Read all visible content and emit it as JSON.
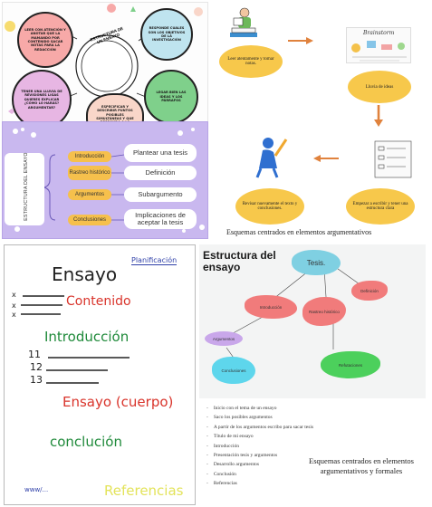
{
  "mindmap": {
    "center_title": "ESTRUCTURA DE UN ENSAYO",
    "nodes": [
      "LEER CON ATENCIÓN Y ANOTAR QUE LA MAMANDO POR CONTENIDO SACAR NOTAS PARA LA REDACCIÓN",
      "RESPONDE CUALES SON LOS OBJETIVOS DE LA INVESTIGACIÓN",
      "TENER UNA LLUVIA DE REVISIONES LIGAS QUIERES EXPLICAR ¿CÓMO LO HARÁS? ARGUMENTAR?",
      "ESPECIFICAR Y DESCRIBIR PUNTOS POSIBLES SIMULTÁNEAS Y QUE RESPONDA A LA PREGUNTA",
      "LEGAR BIEN LAS IDEAS Y LOS PÁRRAFOS"
    ]
  },
  "flow": {
    "steps": [
      "Leer atentamente y tomar notas.",
      "Lluvia de ideas",
      "Empezar a escribir y tener una estructura clara",
      "Revisar nuevamente el texto y conclusiones."
    ],
    "badge": "Brainstorm",
    "caption": "Esquemas centrados en elementos argumentativos"
  },
  "scheme": {
    "side_title": "ESTRUCTURA DEL ENSAYO",
    "left": [
      "Introducción",
      "Rastreo histórico",
      "Argumentos",
      "Conclusiones"
    ],
    "right": [
      "Plantear una tesis",
      "Definición",
      "Subargumento",
      "Implicaciones de aceptar la tesis"
    ]
  },
  "handwritten": {
    "tag": "Planificación",
    "title": "Ensayo",
    "contenido": "Contenido",
    "introduccion": "Introducción",
    "numbers": [
      "11",
      "12",
      "13"
    ],
    "cuerpo": "Ensayo (cuerpo)",
    "conclusion": "conclución",
    "referencias": "Referencias",
    "marks": [
      "x",
      "x",
      "x"
    ],
    "sign": "www/..."
  },
  "diagram": {
    "title": "Estructura del ensayo",
    "center": "Tesis.",
    "nodes": [
      "Introducción",
      "Rastreo histórico",
      "Definición",
      "Argumentos",
      "Conclusiones",
      "Refutaciones"
    ]
  },
  "list": {
    "items": [
      "Inicio con el tema de un ensayo",
      "Saco los posibles argumentos",
      "A partir de los argumentos escribo para sacar tesis",
      "Título de mi ensayo",
      "Introducción",
      "Presentación tesis y argumentos",
      "Desarrollo argumentos",
      "Conclusión",
      "Referencias"
    ],
    "caption_line1": "Esquemas centrados en elementos",
    "caption_line2": "argumentativos y formales"
  },
  "colors": {
    "mindmap": [
      "#f7a9a8",
      "#f9d6c9",
      "#bfe4ef",
      "#e7b6e3",
      "#7fd08b",
      "#f5c842",
      "#9bdcf0",
      "#f7dc6f"
    ],
    "oval": "#f7c84b",
    "arrow": "#e0823d",
    "purple": "#c9b8ef",
    "blue_blob": "#7fd0e2",
    "red_blob": "#f17b7b",
    "green_blob": "#4cd05c",
    "violet_blob": "#c9a7ea",
    "cyan_blob": "#5ed6ec"
  }
}
